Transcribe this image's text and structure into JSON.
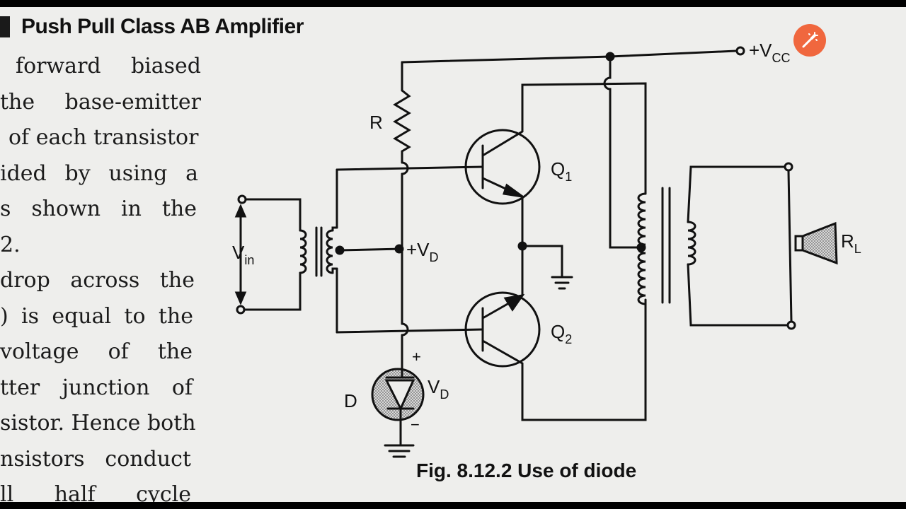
{
  "heading": {
    "title": "Push Pull Class AB Amplifier"
  },
  "body_text": {
    "lines": [
      [
        "forward",
        "biased"
      ],
      [
        "the",
        "base-emitter"
      ],
      [
        "of each transistor"
      ],
      [
        "ided",
        "by",
        "using",
        "a"
      ],
      [
        "s",
        "shown",
        "in",
        "the"
      ],
      [
        "2."
      ],
      [
        "drop",
        "across",
        "the"
      ],
      [
        ")",
        "is",
        "equal",
        "to",
        "the"
      ],
      [
        "voltage",
        "of",
        "the"
      ],
      [
        "tter",
        "junction",
        "of"
      ],
      [
        "sistor. Hence both"
      ],
      [
        "nsistors",
        "conduct"
      ],
      [
        "ll",
        "half",
        "cycle"
      ]
    ]
  },
  "circuit": {
    "resistor_label": "R",
    "q1_label": "Q",
    "q1_sub": "1",
    "q2_label": "Q",
    "q2_sub": "2",
    "vcc_label": "+V",
    "vcc_sub": "CC",
    "vd_node_label": "+V",
    "vd_node_sub": "D",
    "vin_label": "V",
    "vin_sub": "in",
    "diode_label": "D",
    "diode_v_label": "V",
    "diode_v_sub": "D",
    "plus_sign": "+",
    "minus_sign": "−",
    "load_label": "R",
    "load_sub": "L"
  },
  "caption": "Fig. 8.12.2 Use of diode",
  "overlay": {
    "icon": "magic-wand-icon",
    "color": "#f0673e"
  }
}
